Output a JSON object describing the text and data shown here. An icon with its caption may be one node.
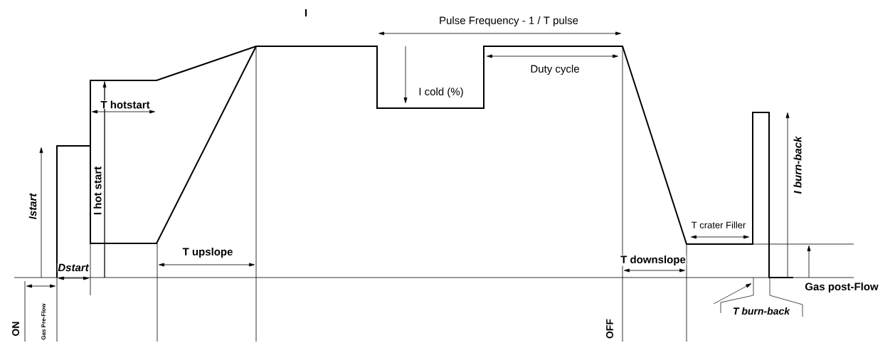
{
  "diagram": {
    "labels": [
      "I",
      "Pulse Frequency - 1 / T pulse",
      "Duty cycle",
      "T hotstart",
      "I cold (%)",
      "I burn-back",
      "I hot start",
      "Istart",
      "T crater Filler",
      "T upslope",
      "T downslope",
      "Dstart",
      "Gas post-Flow",
      "T burn-back",
      "ON",
      "Gas Pre-Flow",
      "OFF"
    ]
  }
}
